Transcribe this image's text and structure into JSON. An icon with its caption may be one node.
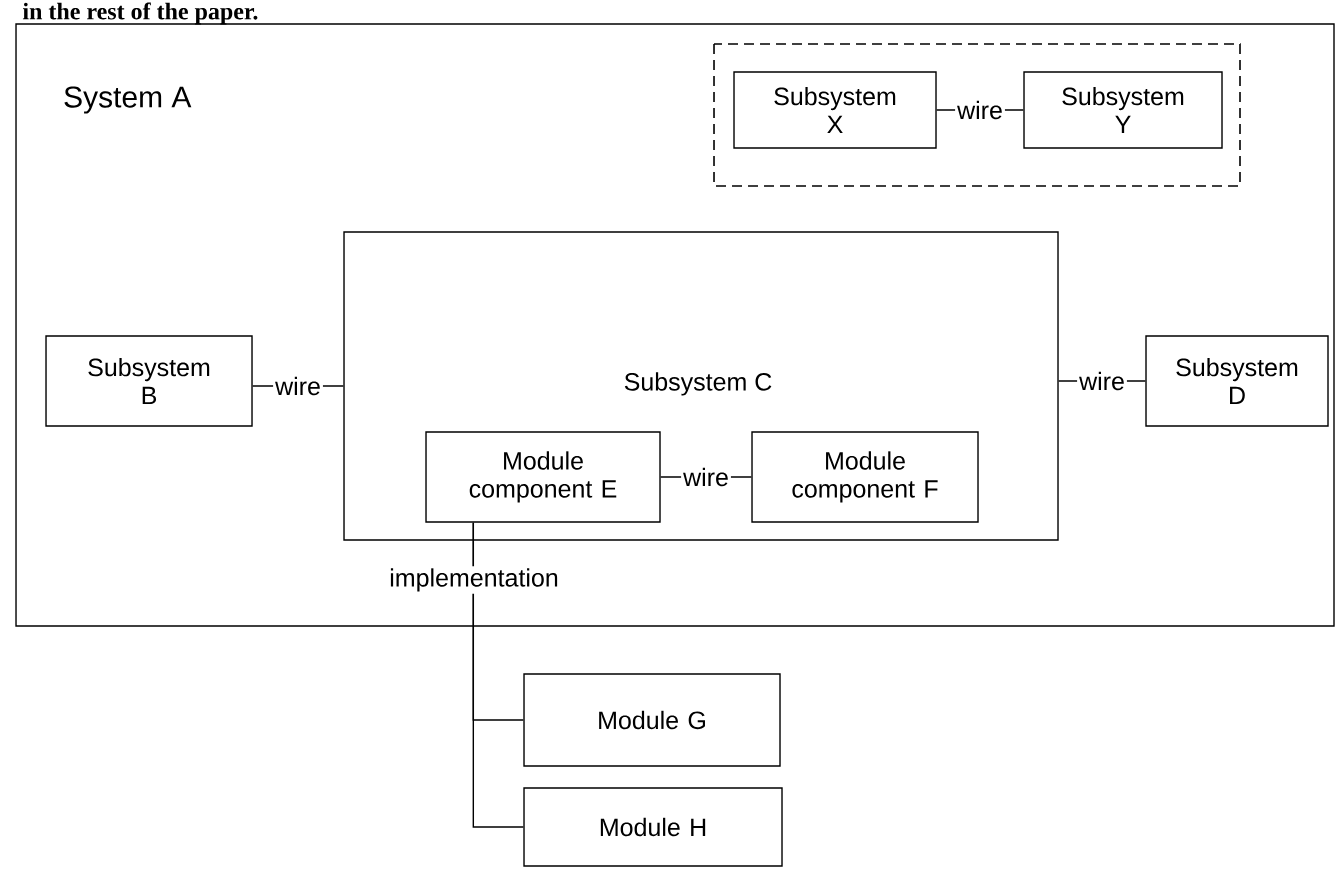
{
  "diagram": {
    "nodes": [
      {
        "text": [
          "System A"
        ]
      },
      {
        "text": [
          "Subsystem X"
        ],
        "in": 0
      },
      {
        "text": [
          "Subsystem Y"
        ],
        "in": 0
      },
      {
        "text": [
          "Subsystem C"
        ],
        "in": 0
      },
      {
        "text": [
          "Module component E"
        ],
        "in": 3
      },
      {
        "text": [
          "Module component F"
        ],
        "in": 3
      },
      {
        "text": [
          "Subsystem B"
        ],
        "in": 0
      },
      {
        "text": [
          "Subsystem D"
        ],
        "in": 0
      },
      {
        "text": [
          "Module G"
        ]
      },
      {
        "text": [
          "Module H"
        ]
      }
    ],
    "edges": [
      {
        "from": 1,
        "to": 2,
        "arrow": "none",
        "label": "wire"
      },
      {
        "from": 6,
        "to": 3,
        "arrow": "none",
        "label": "wire"
      },
      {
        "from": 3,
        "to": 7,
        "arrow": "none",
        "label": "wire"
      },
      {
        "from": 4,
        "to": 5,
        "arrow": "none",
        "label": "wire"
      },
      {
        "from": 4,
        "to": 8,
        "arrow": "none",
        "label": "implementation"
      },
      {
        "from": 4,
        "to": 9,
        "arrow": "none"
      }
    ],
    "labels": [
      "in the rest of the paper."
    ]
  }
}
